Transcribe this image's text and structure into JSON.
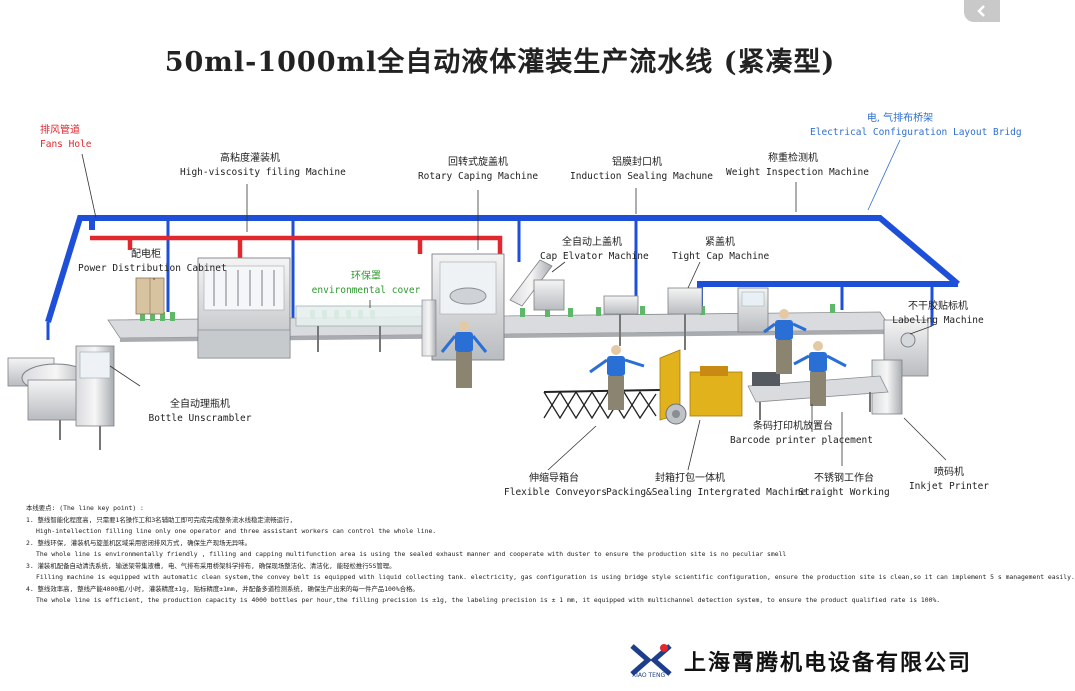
{
  "title": "50ml-1000ml全自动液体灌装生产流水线 (紧凑型)",
  "labels": {
    "fans_hole": {
      "cn": "排风管道",
      "en": "Fans Hole"
    },
    "high_viscosity": {
      "cn": "高粘度灌装机",
      "en": "High-viscosity filing Machine"
    },
    "rotary_caping": {
      "cn": "回转式旋盖机",
      "en": "Rotary Caping Machine"
    },
    "induction_sealing": {
      "cn": "铝膜封口机",
      "en": "Induction Sealing Machune"
    },
    "weight_inspection": {
      "cn": "称重检测机",
      "en": "Weight Inspection Machine"
    },
    "electrical_config": {
      "cn": "电, 气排布桥架",
      "en": "Electrical Configuration Layout Bridg"
    },
    "power_cabinet": {
      "cn": "配电柜",
      "en": "Power Distribution Cabinet"
    },
    "environmental_cover": {
      "cn": "环保罩",
      "en": "environmental cover"
    },
    "cap_elevator": {
      "cn": "全自动上盖机",
      "en": "Cap Elvator Machine"
    },
    "tight_cap": {
      "cn": "紧盖机",
      "en": "Tight Cap Machine"
    },
    "labeling": {
      "cn": "不干胶贴标机",
      "en": "Labeling Machine"
    },
    "bottle_unscrambler": {
      "cn": "全自动理瓶机",
      "en": "Bottle Unscrambler"
    },
    "barcode_printer": {
      "cn": "条码打印机放置台",
      "en": "Barcode printer placement"
    },
    "flexible_conveyors": {
      "cn": "伸缩导箱台",
      "en": "Flexible Conveyors"
    },
    "packing_sealing": {
      "cn": "封箱打包一体机",
      "en": "Packing&Sealing Intergrated Machine"
    },
    "straight_working": {
      "cn": "不锈钢工作台",
      "en": "Straight Working"
    },
    "inkjet_printer": {
      "cn": "喷码机",
      "en": "Inkjet Printer"
    }
  },
  "notes": [
    "本线要点: (The line key point) :",
    "1. 整线智能化程度高, 只需要1名操作工和3名辅助工即可完成完成整条流水线稳定流畅运行,",
    "High-intellection filling line only one operator and three assistant workers can control the whole line.",
    "2. 整线环保, 灌装机与旋盖机区域采用密闭排风方式, 确保生产现场无异味。",
    "The whole line is environmentally friendly ,  filling and capping multifunction area is using the sealed exhaust manner and cooperate with duster to ensure the production site is no peculiar smell",
    "3. 灌装机配备自动清洗系统, 输送架带集液槽, 电、气排布采用桥架科学排布, 确保现场整洁化、清洁化, 能轻松推行5S管理。",
    "Filling machine is equipped with automatic clean system,the convey belt is equipped with liquid collecting tank. electricity, gas configuration is using bridge style scientific configuration, ensure the production site is clean,so it  can implement 5 s management easily.",
    "4. 整线效率高, 整线产能4000瓶/小时, 灌装精度±1g, 贴标精度±1mm, 并配备多道检测系统, 确保生产出来的每一件产品100%合格。",
    "The whole line is efficient, the production capacity is 4000 bottles per hour,the filling precision is ±1g, the labeling precision is  ± 1 mm, it equipped with multichannel detection system, to ensure the product qualified rate is 100%."
  ],
  "company": "上海霄腾机电设备有限公司",
  "logo_text": "XIAO TENG",
  "colors": {
    "frame_blue": "#1e4fd8",
    "duct_red": "#e0282e",
    "cover_green": "#2d9a2d",
    "label_blue": "#2f6fd1",
    "worker_blue": "#2a6fd6"
  }
}
